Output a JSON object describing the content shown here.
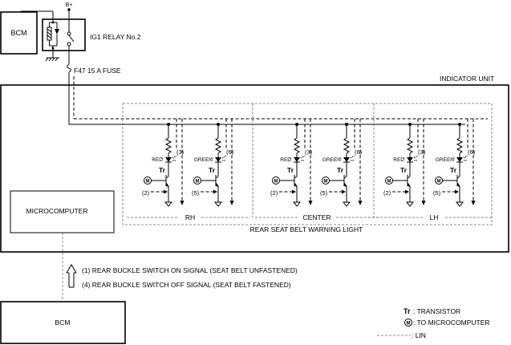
{
  "labels": {
    "bplus": "B+",
    "bcm_top": "BCM",
    "relay": "IG1 RELAY No.2",
    "fuse": "F47 15 A FUSE",
    "indicator_unit": "INDICATOR UNIT",
    "microcomputer": "MICROCOMPUTER",
    "bcm_bottom": "BCM",
    "warning_light": "REAR SEAT BELT WARNING LIGHT",
    "signal_on": "(1) REAR BUCKLE SWITCH ON SIGNAL (SEAT BELT UNFASTENED)",
    "signal_off": "(4) REAR BUCKLE SWITCH OFF SIGNAL (SEAT BELT FASTENED)"
  },
  "sections": [
    {
      "name": "RH"
    },
    {
      "name": "CENTER"
    },
    {
      "name": "LH"
    }
  ],
  "circuit": {
    "red": "RED",
    "green": "GREEN",
    "tr": "Tr",
    "m": "M",
    "red_in": "(2)",
    "red_out": "(3)",
    "green_in": "(5)",
    "green_out": "(6)"
  },
  "legend": {
    "tr_symbol": "Tr",
    "tr_text": ": TRANSISTOR",
    "m_symbol": "M",
    "m_text": ": TO MICROCOMPUTER",
    "lin_text": ": LIN"
  }
}
